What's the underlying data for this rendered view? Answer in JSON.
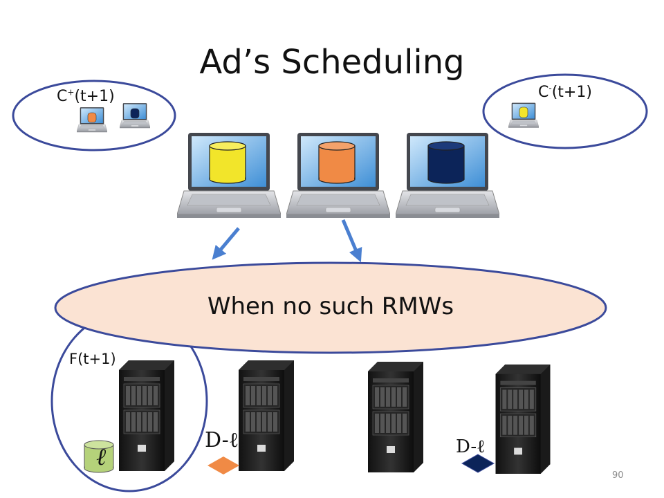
{
  "title": "Ad’s Scheduling",
  "c_plus": {
    "base": "C",
    "sup": "+",
    "rest": "(t+1)"
  },
  "c_minus": {
    "base": "C",
    "sup": "-",
    "rest": "(t+1)"
  },
  "f_label": "F(t+1)",
  "bubble_text": "When no such RMWs",
  "d_label": "D-ℓ",
  "ell_label": "ℓ",
  "page_number": "90",
  "colors": {
    "yellow": "#f2e52a",
    "orange": "#f08a45",
    "navy": "#0c2459",
    "light_green": "#b5d27a",
    "circle_stroke": "#3b4a9b",
    "bubble_fill": "#fbe3d3",
    "bubble_stroke": "#3b4a9b",
    "arrow": "#4a7fd0"
  },
  "laptops": [
    {
      "name": "laptop-yellow",
      "cylinder_color": "yellow"
    },
    {
      "name": "laptop-orange",
      "cylinder_color": "orange"
    },
    {
      "name": "laptop-navy",
      "cylinder_color": "navy"
    }
  ],
  "servers_count": 4
}
